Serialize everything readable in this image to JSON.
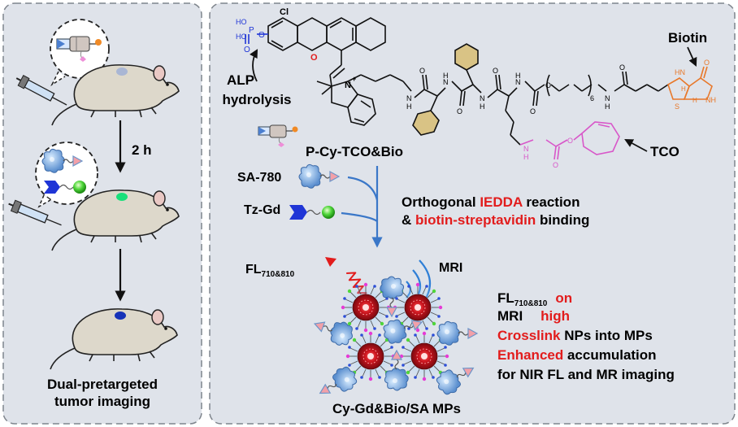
{
  "left": {
    "interval": "2 h",
    "caption_line1": "Dual-pretargeted",
    "caption_line2": "tumor imaging"
  },
  "structure": {
    "cl": "Cl",
    "n_plus": "N",
    "charge": "+",
    "o_ring": "O",
    "phosphate": [
      "HO",
      "HO",
      "P",
      "O",
      "O"
    ],
    "nh_labels": [
      "N",
      "H",
      "N",
      "H",
      "N",
      "H",
      "N",
      "H",
      "N",
      "H"
    ],
    "o_labels": [
      "O",
      "O",
      "O",
      "O",
      "O",
      "O"
    ],
    "peg_n": "6",
    "biotin_atoms": [
      "HN",
      "NH",
      "O",
      "S",
      "H",
      "H"
    ],
    "tco_atoms": [
      "N",
      "H",
      "O",
      "O"
    ]
  },
  "labels": {
    "alp_line1": "ALP",
    "alp_line2": "hydrolysis",
    "biotin": "Biotin",
    "tco": "TCO",
    "probe": "P-Cy-TCO&Bio",
    "sa": "SA-780",
    "tz": "Tz-Gd",
    "rx1_pre": "Orthogonal ",
    "rx1_red": "IEDDA",
    "rx1_post": " reaction",
    "rx2_pre": "& ",
    "rx2_red": "biotin-streptavidin",
    "rx2_post": " binding",
    "fl_main": "FL",
    "fl_sub": "710&810",
    "mri": "MRI",
    "product": "Cy-Gd&Bio/SA MPs"
  },
  "results": {
    "fl_main": "FL",
    "fl_sub": "710&810",
    "fl_state": "on",
    "mri": "MRI",
    "mri_state": "high",
    "l3_red": "Crosslink",
    "l3_rest": " NPs into MPs",
    "l4_red": "Enhanced",
    "l4_rest": " accumulation",
    "l5": "for NIR FL and MR imaging"
  },
  "colors": {
    "panel": "#dfe3ea",
    "red": "#e21c1c",
    "blue": "#1f35d6",
    "orange": "#e8782a",
    "pink": "#d857c9",
    "accent": "#3a77c8"
  },
  "icons": [
    "syringe-icon",
    "mouse-icon",
    "tumor-dot-icon",
    "streptavidin-icon",
    "tz-gd-icon",
    "nanoparticle-icon",
    "wave-icon",
    "radio-wave-icon"
  ]
}
